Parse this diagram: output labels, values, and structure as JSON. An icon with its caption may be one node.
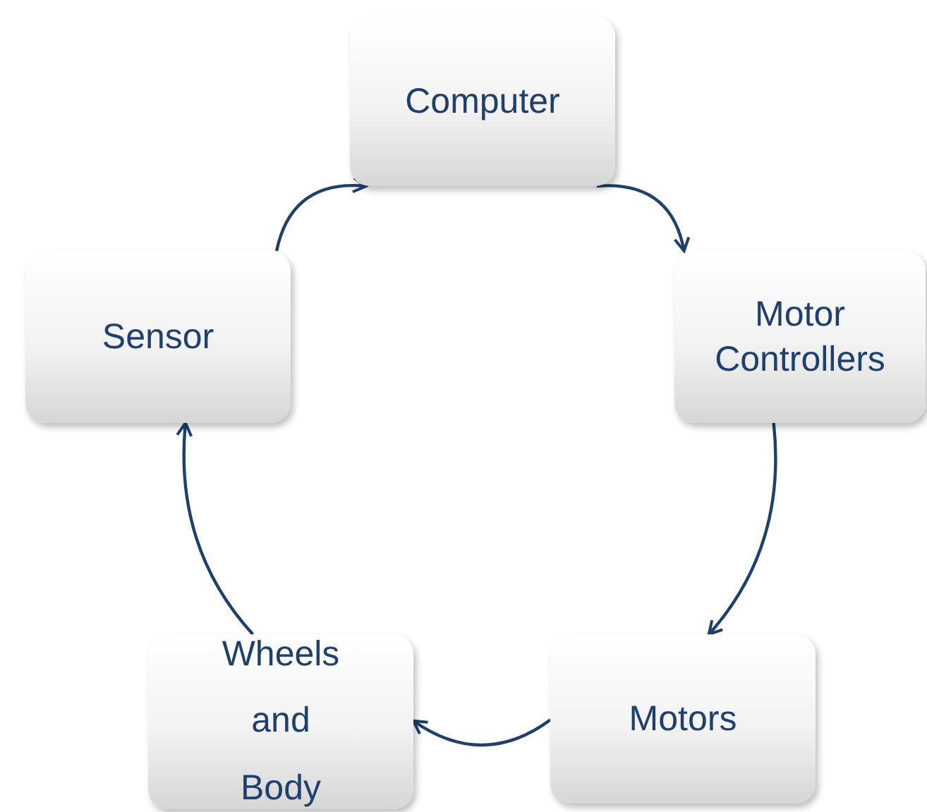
{
  "diagram": {
    "nodes": [
      {
        "text": [
          "Computer"
        ]
      },
      {
        "text": [
          "Motor Controllers"
        ]
      },
      {
        "text": [
          "Motors"
        ]
      },
      {
        "text": [
          "Wheels and Body"
        ]
      },
      {
        "text": [
          "Sensor"
        ]
      }
    ],
    "edges": [
      {
        "from": 4,
        "to": 0,
        "arrow": "to"
      },
      {
        "from": 0,
        "to": 1,
        "arrow": "to"
      },
      {
        "from": 1,
        "to": 2,
        "arrow": "to"
      },
      {
        "from": 2,
        "to": 3,
        "arrow": "to"
      },
      {
        "from": 3,
        "to": 4,
        "arrow": "to"
      }
    ]
  }
}
